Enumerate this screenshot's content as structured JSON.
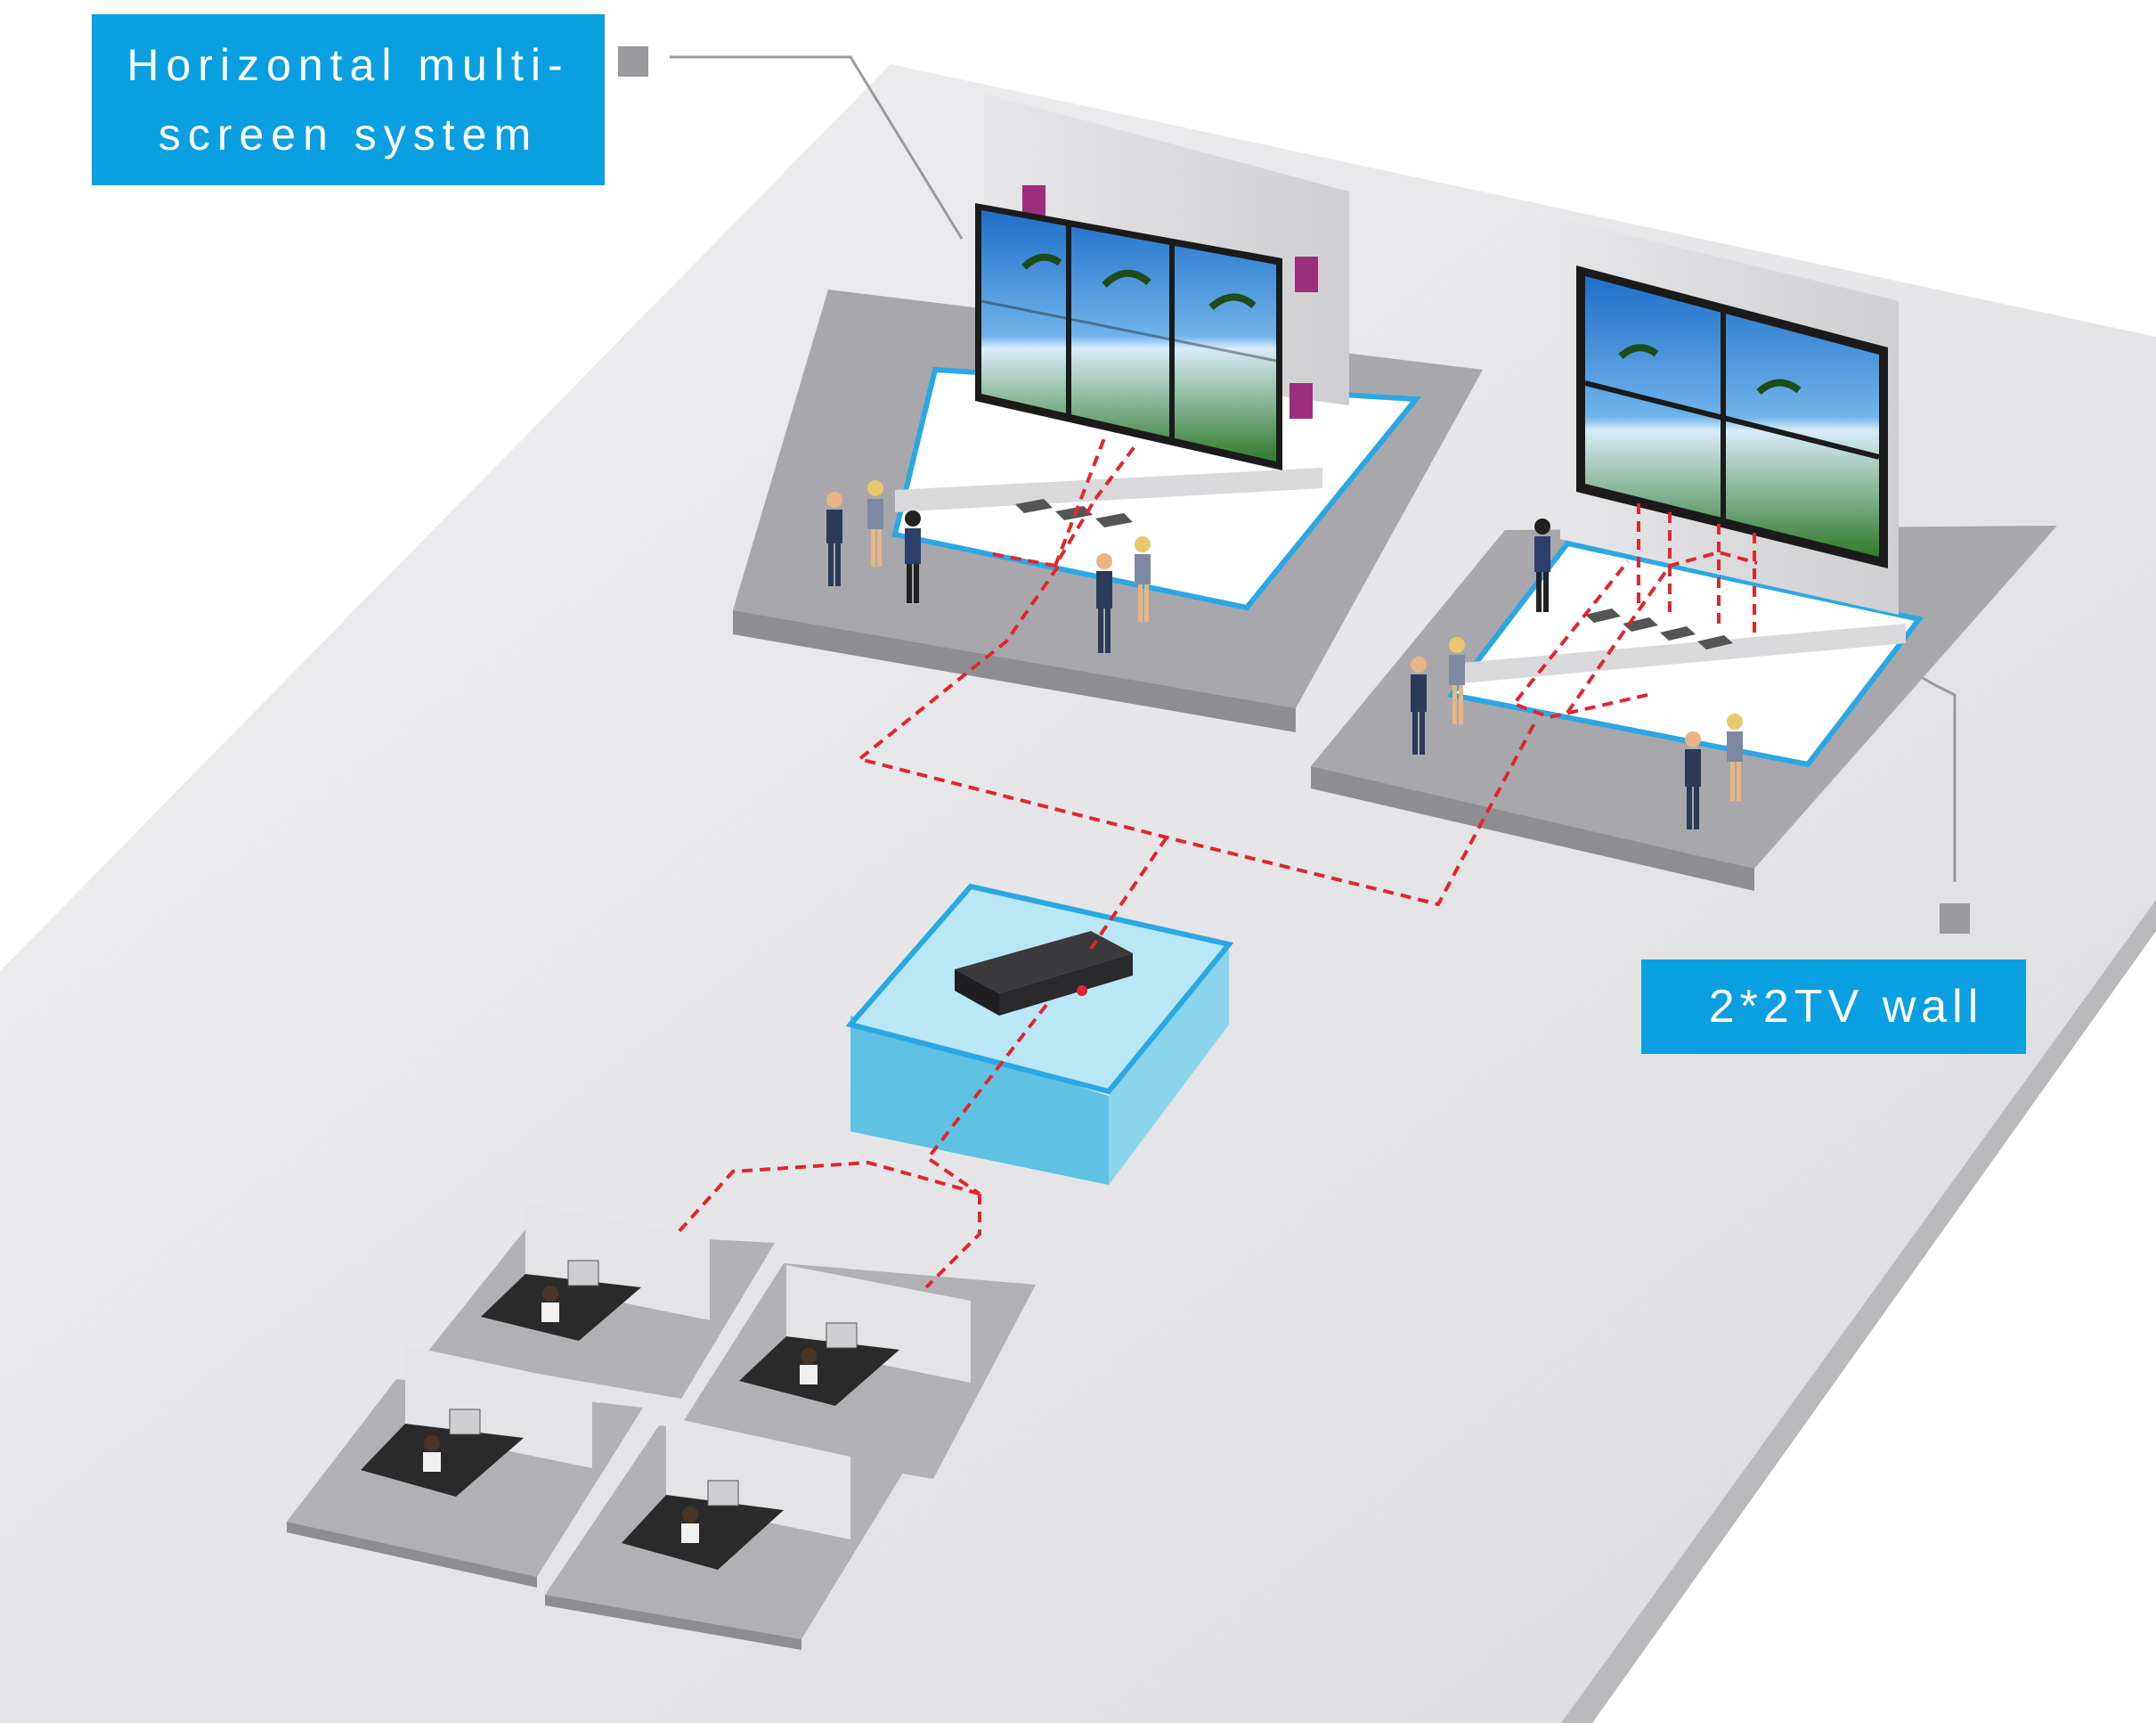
{
  "labels": {
    "horizontal_line1": "Horizontal multi-",
    "horizontal_line2": "screen system",
    "tv_wall": "2*2TV wall"
  },
  "colors": {
    "accent_blue": "#0a9fe0",
    "signal_red": "#e0262e",
    "floor": "#e9e9eb",
    "platform": "#a9a9ad",
    "pedestal_cyan": "#6ccbe8",
    "connector_gray": "#9a9a9e"
  },
  "icons": [
    "video-wall-3x2-icon",
    "tv-wall-2x2-icon",
    "matrix-switcher-icon",
    "workstation-icon",
    "person-icon",
    "receiver-box-icon"
  ]
}
